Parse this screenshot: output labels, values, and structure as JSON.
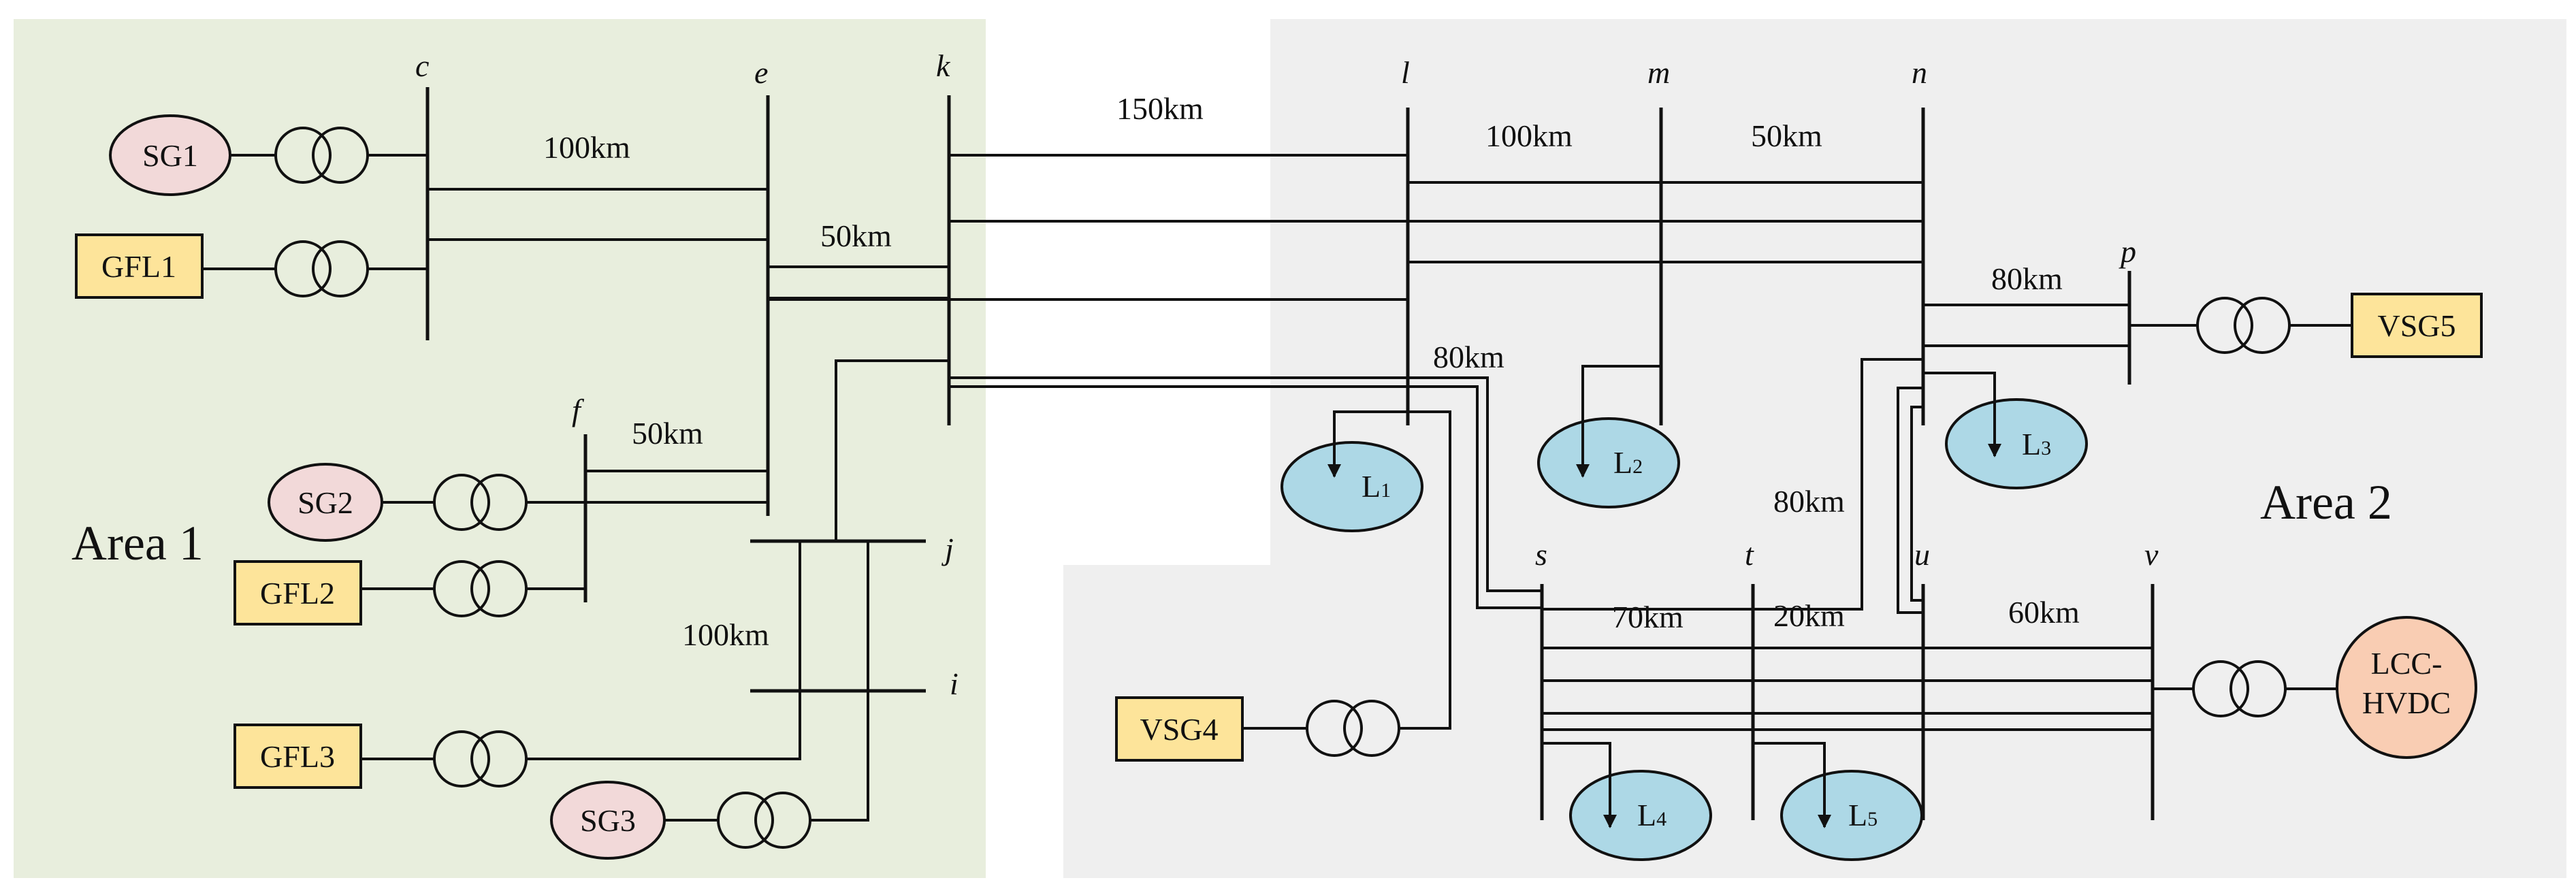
{
  "colors": {
    "area1_bg": "#e8eedd",
    "area2_bg": "#efefef",
    "sg_fill": "#f2d9d9",
    "converter_fill": "#fde49a",
    "load_fill": "#add8e6",
    "hvdc_fill": "#f9cdb3",
    "line": "#111111"
  },
  "areas": {
    "area1": "Area 1",
    "area2": "Area 2"
  },
  "buses": {
    "c": "c",
    "e": "e",
    "k": "k",
    "f": "f",
    "j": "j",
    "i": "i",
    "l": "l",
    "m": "m",
    "n": "n",
    "p": "p",
    "s": "s",
    "t": "t",
    "u": "u",
    "v": "v"
  },
  "units": {
    "sg1": "SG1",
    "sg2": "SG2",
    "sg3": "SG3",
    "gfl1": "GFL1",
    "gfl2": "GFL2",
    "gfl3": "GFL3",
    "vsg4": "VSG4",
    "vsg5": "VSG5",
    "hvdc_line1": "LCC-",
    "hvdc_line2": "HVDC"
  },
  "loads": {
    "l1": {
      "base": "L",
      "sub": "1"
    },
    "l2": {
      "base": "L",
      "sub": "2"
    },
    "l3": {
      "base": "L",
      "sub": "3"
    },
    "l4": {
      "base": "L",
      "sub": "4"
    },
    "l5": {
      "base": "L",
      "sub": "5"
    }
  },
  "distances": {
    "c_e": "100km",
    "e_k": "50km",
    "f_e": "50km",
    "j_i": "100km",
    "k_l": "150km",
    "l_m": "100km",
    "m_n": "50km",
    "n_p": "80km",
    "k_s": "80km",
    "n_s": "80km",
    "n_u": "20km",
    "s_t": "70km",
    "u_v": "60km"
  },
  "icons": {
    "transformer": "transformer-icon",
    "load_arrow": "load-arrow-icon"
  }
}
